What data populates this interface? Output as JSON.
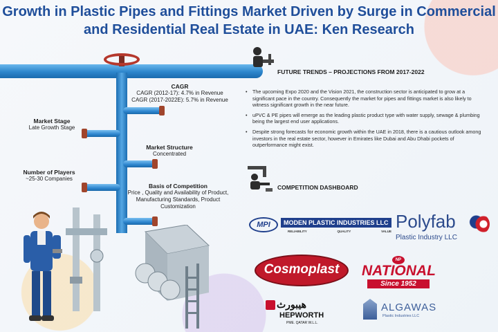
{
  "title": {
    "line1": "Growth in Plastic Pipes and Fittings Market Driven by Surge in Commercial",
    "line2": "and Residential Real Estate in UAE: Ken Research"
  },
  "infographic": {
    "cagr": {
      "heading": "CAGR",
      "line1": "CAGR (2012-17): 4.7% in Revenue",
      "line2": "CAGR (2017-2022E): 5.7% in Revenue"
    },
    "market_stage": {
      "heading": "Market Stage",
      "value": "Late Growth Stage"
    },
    "market_structure": {
      "heading": "Market Structure",
      "value": "Concentrated"
    },
    "players": {
      "heading": "Number of Players",
      "value": "~25-30 Companies"
    },
    "basis": {
      "heading": "Basis of Competition",
      "line1": "Price , Quality and Availability of Product,",
      "line2": "Manufacturing Standards, Product",
      "line3": "Customization"
    }
  },
  "future_trends": {
    "heading": "FUTURE TRENDS – PROJECTIONS FROM 2017-2022",
    "items": [
      "The upcoming Expo 2020 and the Vision 2021, the construction sector is anticipated to grow at a significant pace in the country. Consequently the market for pipes and fittings market is also likely to witness significant growth in the near future.",
      "uPVC & PE pipes will emerge as the leading plastic product type with water supply, sewage & plumbing being the largest end user applications.",
      "Despite strong forecasts for economic growth within the UAE in 2018, there is a cautious outlook among investors in the real estate sector, however in Emirates like Dubai and Abu Dhabi pockets of outperformance might exist."
    ]
  },
  "competition": {
    "heading": "COMPETITION DASHBOARD",
    "logos": {
      "mpi": {
        "mark": "MPI",
        "name": "MODEN PLASTIC INDUSTRIES LLC",
        "tag1": "RELIABILITY",
        "tag2": "QUALITY",
        "tag3": "VALUE"
      },
      "polyfab": {
        "name": "Polyfab",
        "sub": "Plastic Industry LLC"
      },
      "cosmoplast": {
        "name": "Cosmoplast"
      },
      "national": {
        "np": "NP",
        "name": "NATIONAL",
        "since": "Since 1952"
      },
      "hepworth": {
        "arabic": "هيبورث",
        "name": "HEPWORTH",
        "sub": "PME. QATAR W.L.L."
      },
      "algawas": {
        "name": "ALGAWAS",
        "sub": "Plastic Industries LLC"
      }
    }
  },
  "colors": {
    "title": "#1f4e9a",
    "pipe": "#2d86cc",
    "valve": "#b5382c"
  }
}
